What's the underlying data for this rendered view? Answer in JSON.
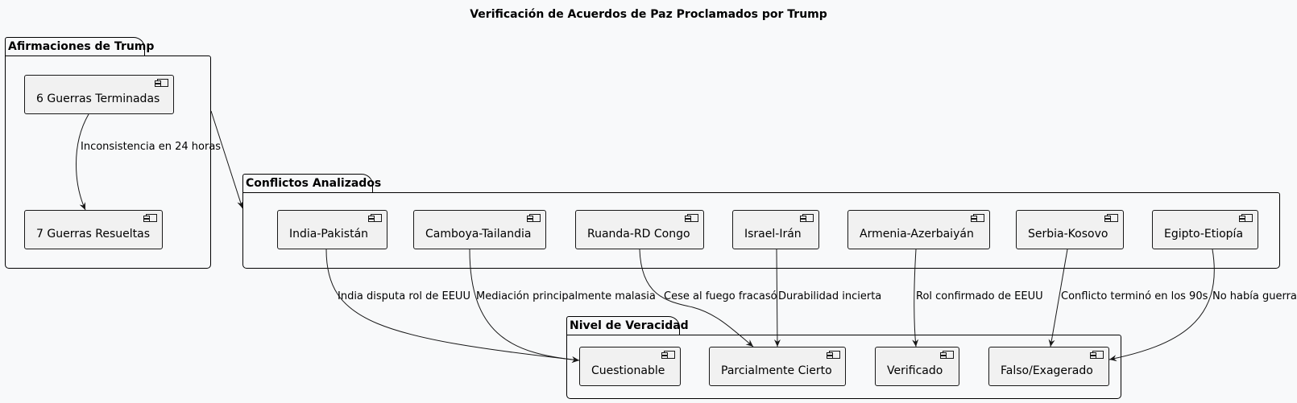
{
  "title": "Verificación de Acuerdos de Paz Proclamados por Trump",
  "packages": {
    "claims": "Afirmaciones de Trump",
    "conflicts": "Conflictos Analizados",
    "truth": "Nivel de Veracidad"
  },
  "nodes": {
    "wars6": "6 Guerras Terminadas",
    "wars7": "7 Guerras Resueltas",
    "india_pakistan": "India-Pakistán",
    "cambodia_thailand": "Camboya-Tailandia",
    "rwanda_congo": "Ruanda-RD Congo",
    "israel_iran": "Israel-Irán",
    "armenia_azerbaijan": "Armenia-Azerbaiyán",
    "serbia_kosovo": "Serbia-Kosovo",
    "egypt_ethiopia": "Egipto-Etiopía",
    "questionable": "Cuestionable",
    "partially_true": "Parcialmente Cierto",
    "verified": "Verificado",
    "false_exaggerated": "Falso/Exagerado"
  },
  "edges": {
    "wars6_wars7": "Inconsistencia en 24 horas",
    "india_questionable": "India disputa rol de EEUU",
    "cambodia_questionable": "Mediación principalmente malasia",
    "rwanda_partial": "Cese al fuego fracasó",
    "israel_partial": "Durabilidad incierta",
    "armenia_verified": "Rol confirmado de EEUU",
    "serbia_false": "Conflicto terminó en los 90s",
    "egypt_false": "No había guerra"
  }
}
